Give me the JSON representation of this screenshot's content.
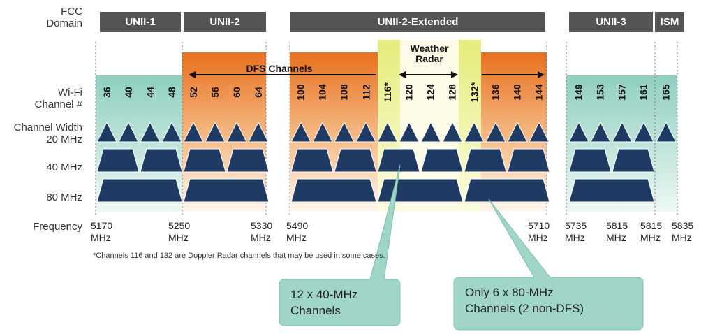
{
  "row_labels": {
    "fcc_domain": "FCC\nDomain",
    "wifi_channel": "Wi-Fi\nChannel #",
    "channel_width": "Channel Width\n20 MHz",
    "mhz40": "40 MHz",
    "mhz80": "80 MHz",
    "frequency": "Frequency"
  },
  "bands": [
    "UNII-1",
    "UNII-2",
    "UNII-2-Extended",
    "UNII-3",
    "ISM"
  ],
  "dfs_label": "DFS Channels",
  "weather_radar": "Weather\nRadar",
  "channels": [
    "36",
    "40",
    "44",
    "48",
    "52",
    "56",
    "60",
    "64",
    "100",
    "104",
    "108",
    "112",
    "116*",
    "120",
    "124",
    "128",
    "132*",
    "136",
    "140",
    "144",
    "149",
    "153",
    "157",
    "161",
    "165"
  ],
  "frequencies": [
    {
      "value": "5170",
      "unit": "MHz"
    },
    {
      "value": "5250",
      "unit": "MHz"
    },
    {
      "value": "5330",
      "unit": "MHz"
    },
    {
      "value": "5490",
      "unit": "MHz"
    },
    {
      "value": "5710",
      "unit": "MHz"
    },
    {
      "value": "5735",
      "unit": "MHz"
    },
    {
      "value": "5815",
      "unit": "MHz"
    },
    {
      "value": "5815",
      "unit": "MHz"
    },
    {
      "value": "5835",
      "unit": "MHz"
    }
  ],
  "footnote": "*Channels 116 and 132 are Doppler Radar channels that may be used in some cases.",
  "callout_40": "12 x 40-MHz\nChannels",
  "callout_80": "Only 6 x 80-MHz\nChannels  (2 non-DFS)",
  "colors": {
    "band_header": "#555555",
    "dfs_orange": "#e8701e",
    "unii_teal": "#8fcfbf",
    "weather_yellow": "#e6ec7a",
    "channel_navy": "#1f3b63",
    "callout_fill": "#9fd6c8"
  }
}
